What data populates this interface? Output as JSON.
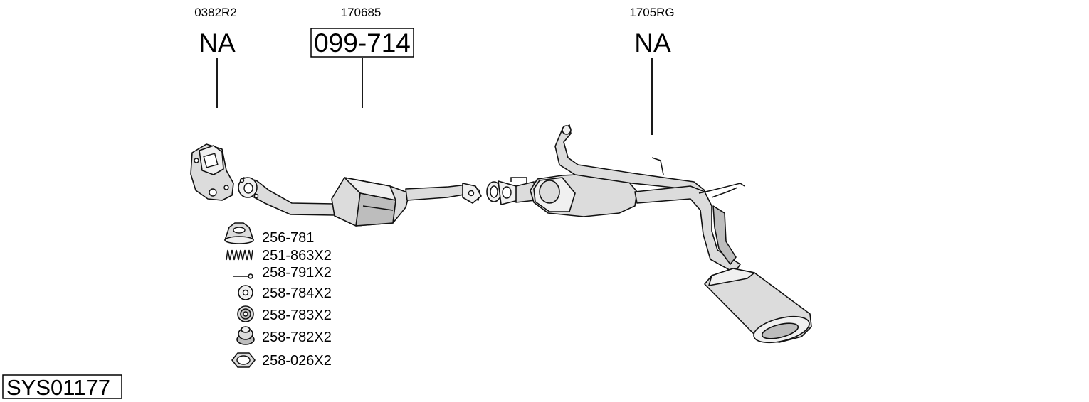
{
  "components": [
    {
      "ref": "0382R2",
      "label": "NA"
    },
    {
      "ref": "170685",
      "label": "099-714"
    },
    {
      "ref": "1705RG",
      "label": "NA"
    }
  ],
  "hardware": [
    {
      "code": "256-781",
      "icon": "gasket-ring-icon"
    },
    {
      "code": "251-863X2",
      "icon": "spring-icon"
    },
    {
      "code": "258-791X2",
      "icon": "bolt-icon"
    },
    {
      "code": "258-784X2",
      "icon": "washer-icon"
    },
    {
      "code": "258-783X2",
      "icon": "rubber-mount-icon"
    },
    {
      "code": "258-782X2",
      "icon": "rubber-hanger-icon"
    },
    {
      "code": "258-026X2",
      "icon": "hex-nut-icon"
    }
  ],
  "system_id": "SYS01177",
  "colors": {
    "line": "#000000",
    "part_fill": "#dcdcdc",
    "background": "#ffffff"
  }
}
